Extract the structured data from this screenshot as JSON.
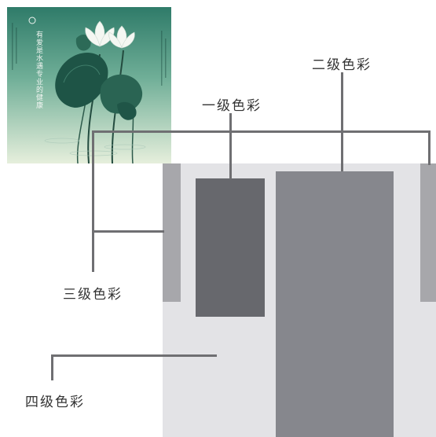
{
  "labels": {
    "primary": "一级色彩",
    "secondary": "二级色彩",
    "tertiary": "三级色彩",
    "quaternary": "四级色彩"
  },
  "poster": {
    "headline": "有爱是水遇专业的健康"
  },
  "colors": {
    "quaternary_bg": "#e3e3e6",
    "tertiary_strip": "#a7a7ab",
    "primary_block": "#67686d",
    "secondary_block": "#86878d",
    "leader_line": "#6f6f72",
    "poster_top": "#2f7b69",
    "poster_bottom": "#e6efdc"
  }
}
